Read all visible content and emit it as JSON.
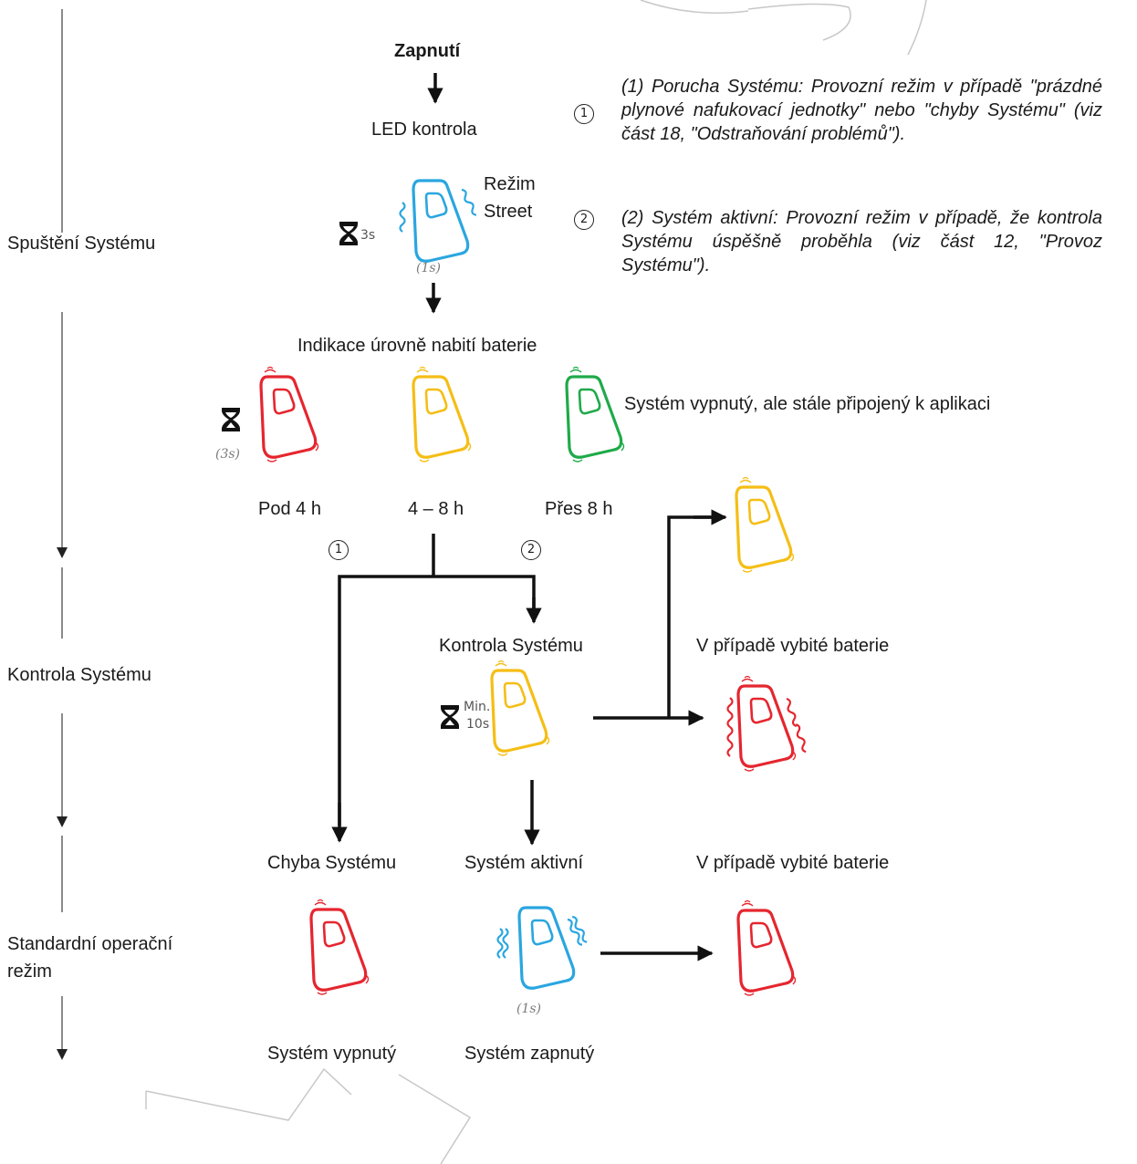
{
  "phases": {
    "startup": "Spuštění Systému",
    "check": "Kontrola Systému",
    "standard_line1": "Standardní operační",
    "standard_line2": "režim"
  },
  "flow": {
    "power_on": "Zapnutí",
    "led_check": "LED kontrola",
    "mode_line1": "Režim",
    "mode_line2": "Street",
    "battery_indication": "Indikace úrovně nabití baterie",
    "disconnected_note": "Systém vypnutý, ale stále připojený k aplikaci",
    "level_low": "Pod 4 h",
    "level_mid": "4 – 8 h",
    "level_high": "Přes 8 h",
    "system_check": "Kontrola Systému",
    "low_battery_1": "V případě vybité baterie",
    "system_error": "Chyba Systému",
    "system_active": "Systém aktivní",
    "low_battery_2": "V případě vybité baterie",
    "system_off": "Systém vypnutý",
    "system_on": "Systém zapnutý"
  },
  "timers": {
    "led_timer": "3s",
    "led_blink": "(1s)",
    "battery_timer": "(3s)",
    "check_timer_line1": "Min.",
    "check_timer_line2": "10s",
    "active_blink": "(1s)"
  },
  "notes": {
    "badge1": "1",
    "badge2": "2",
    "note1": "(1) Porucha Systému: Provozní režim v případě \"prázdné plynové nafukovací jednotky\" nebo \"chyby Systému\" (viz část 18, \"Odstraňování problémů\").",
    "note2": "(2) Systém aktivní: Provozní režim v případě, že kontrola Systému úspěšně proběhla (viz část 12, \"Provoz Systému\")."
  },
  "colors": {
    "blue": "#2aa6e0",
    "red": "#e5262f",
    "yellow": "#f5be16",
    "green": "#1faa49",
    "arrow": "#111111",
    "timeline": "#8a8a8a"
  },
  "icons": {
    "device": "controller-led-icon",
    "timer": "hourglass-icon",
    "vibration": "vibration-wave-icon"
  }
}
